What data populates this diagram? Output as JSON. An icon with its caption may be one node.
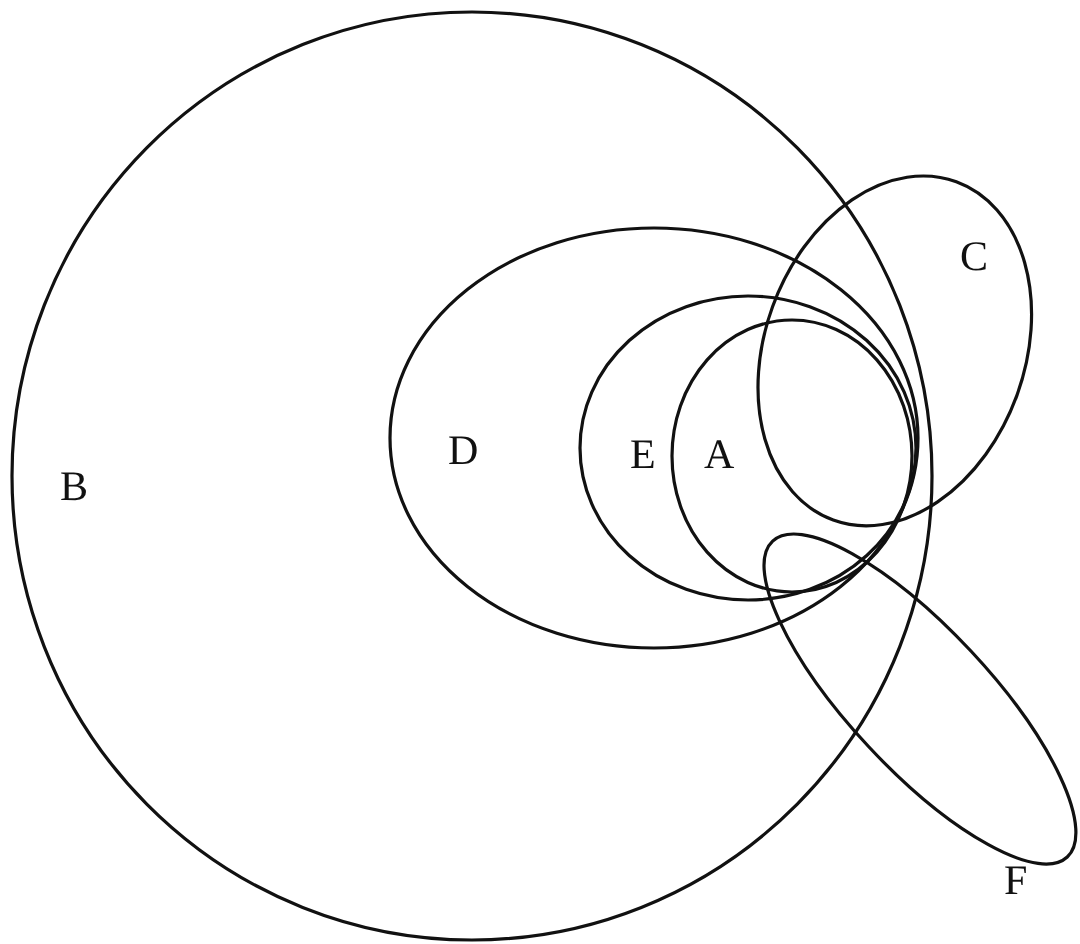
{
  "diagram": {
    "nodes": [
      {
        "text": [
          "B"
        ]
      },
      {
        "text": [
          "D"
        ],
        "in": 0
      },
      {
        "text": [
          "E"
        ],
        "in": 1
      },
      {
        "text": [
          "A"
        ],
        "in": 2
      },
      {
        "text": [
          "C"
        ]
      },
      {
        "text": [
          "F"
        ]
      }
    ],
    "edges": []
  }
}
